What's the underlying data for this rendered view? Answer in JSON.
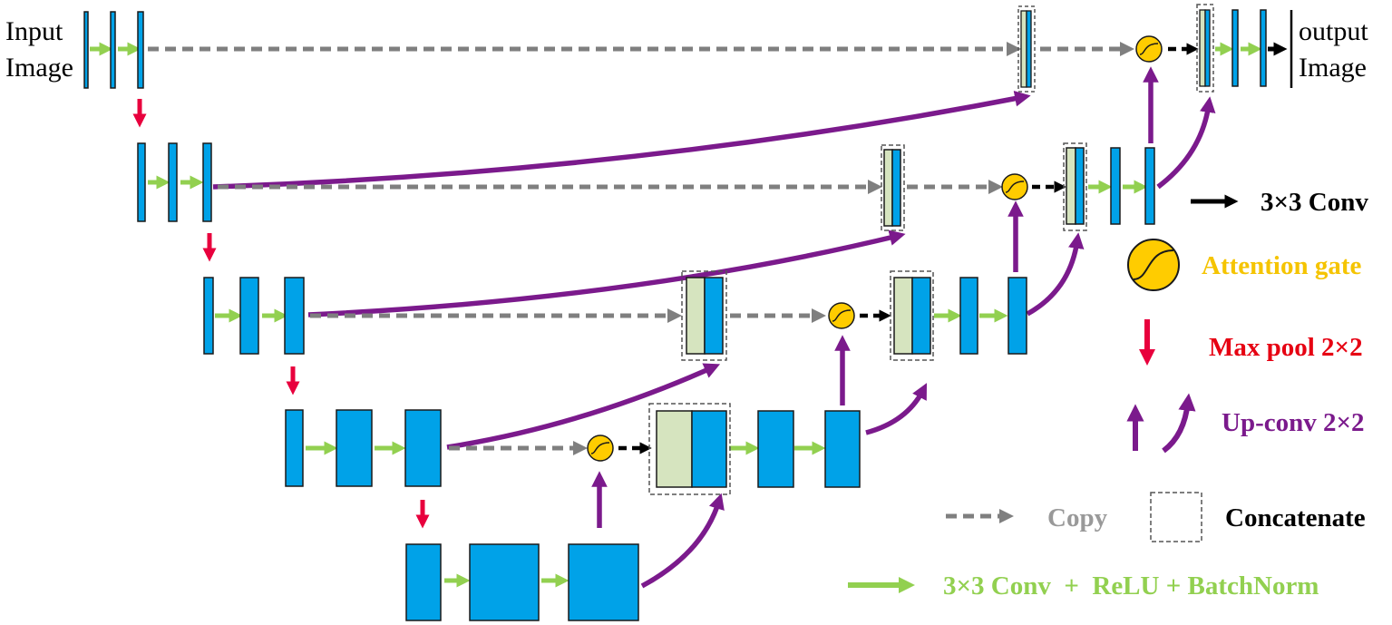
{
  "labels": {
    "input_line1": "Input",
    "input_line2": "Image",
    "output_line1": "output",
    "output_line2": "Image"
  },
  "legend": {
    "conv3": "3×3 Conv",
    "attention": "Attention gate",
    "maxpool": "Max pool 2×2",
    "upconv": "Up-conv 2×2",
    "copy": "Copy",
    "concat": "Concatenate",
    "conv_relu_bn": "3×3 Conv  +  ReLU + BatchNorm"
  },
  "colors": {
    "feature_map": "#00a2e8",
    "copied_map": "#d6e4bf",
    "conv_arrow": "#92d050",
    "maxpool_arrow": "#e8003d",
    "upconv_arrow": "#7b1a8c",
    "copy_arrow": "#7f7f7f",
    "attention_gate": "#ffcc00",
    "attention_label": "#f5c400",
    "maxpool_label": "#e60012",
    "upconv_label": "#7b1a8c",
    "copy_label": "#999999",
    "conv_label": "#92d050"
  },
  "icons": {
    "attention_gate": "sigmoid-circle-icon",
    "concatenate": "dashed-box-icon"
  }
}
